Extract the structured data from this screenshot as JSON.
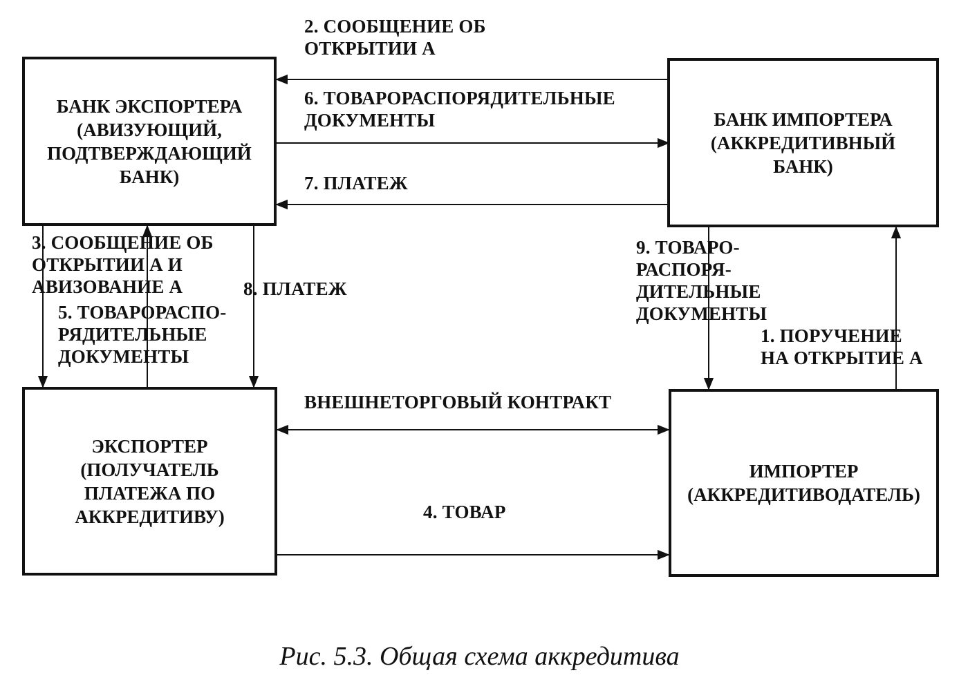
{
  "boxes": {
    "exporter_bank": [
      "БАНК ЭКСПОРТЕРА",
      "(АВИЗУЮЩИЙ,",
      "ПОДТВЕРЖДАЮЩИЙ",
      "БАНК)"
    ],
    "importer_bank": [
      "БАНК ИМПОРТЕРА",
      "(АККРЕДИТИВНЫЙ",
      "БАНК)"
    ],
    "exporter": [
      "ЭКСПОРТЕР",
      "(ПОЛУЧАТЕЛЬ",
      "ПЛАТЕЖА ПО",
      "АККРЕДИТИВУ)"
    ],
    "importer": [
      "ИМПОРТЕР",
      "(АККРЕДИТИВОДАТЕЛЬ)"
    ]
  },
  "labels": {
    "step2": [
      "2. СООБЩЕНИЕ ОБ",
      "ОТКРЫТИИ А"
    ],
    "step6": [
      "6. ТОВАРОРАСПОРЯДИТЕЛЬНЫЕ",
      "ДОКУМЕНТЫ"
    ],
    "step7": [
      "7. ПЛАТЕЖ"
    ],
    "step3": [
      "3. СООБЩЕНИЕ ОБ",
      "ОТКРЫТИИ А И",
      "АВИЗОВАНИЕ А"
    ],
    "step5": [
      "5. ТОВАРОРАСПО-",
      "РЯДИТЕЛЬНЫЕ",
      "ДОКУМЕНТЫ"
    ],
    "step8": [
      "8. ПЛАТЕЖ"
    ],
    "step9": [
      "9. ТОВАРО-",
      "РАСПОРЯ-",
      "ДИТЕЛЬНЫЕ",
      "ДОКУМЕНТЫ"
    ],
    "step1": [
      "1. ПОРУЧЕНИЕ",
      "НА ОТКРЫТИЕ А"
    ],
    "contract": [
      "ВНЕШНЕТОРГОВЫЙ КОНТРАКТ"
    ],
    "step4": [
      "4. ТОВАР"
    ]
  },
  "caption": "Рис. 5.3. Общая схема аккредитива"
}
